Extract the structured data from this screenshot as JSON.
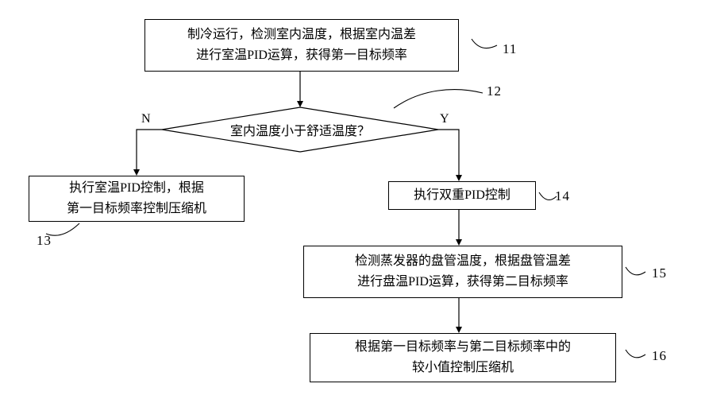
{
  "figure": {
    "background": "#ffffff",
    "line_color": "#000000",
    "type": "flowchart",
    "nodes": {
      "step11": {
        "label": "制冷运行，检测室内温度，根据室内温差\n进行室温PID运算，获得第一目标频率",
        "ref": "11",
        "shape": "rect"
      },
      "decision12": {
        "label": "室内温度小于舒适温度？",
        "ref": "12",
        "shape": "diamond"
      },
      "step13": {
        "label": "执行室温PID控制，根据\n第一目标频率控制压缩机",
        "ref": "13",
        "shape": "rect"
      },
      "step14": {
        "label": "执行双重PID控制",
        "ref": "14",
        "shape": "rect"
      },
      "step15": {
        "label": "检测蒸发器的盘管温度，根据盘管温差\n进行盘温PID运算，获得第二目标频率",
        "ref": "15",
        "shape": "rect"
      },
      "step16": {
        "label": "根据第一目标频率与第二目标频率中的\n较小值控制压缩机",
        "ref": "16",
        "shape": "rect"
      }
    },
    "branch_labels": {
      "no": "N",
      "yes": "Y"
    },
    "edges": [
      {
        "from": "step11",
        "to": "decision12"
      },
      {
        "from": "decision12",
        "to": "step13",
        "label": "N"
      },
      {
        "from": "decision12",
        "to": "step14",
        "label": "Y"
      },
      {
        "from": "step14",
        "to": "step15"
      },
      {
        "from": "step15",
        "to": "step16"
      }
    ]
  }
}
